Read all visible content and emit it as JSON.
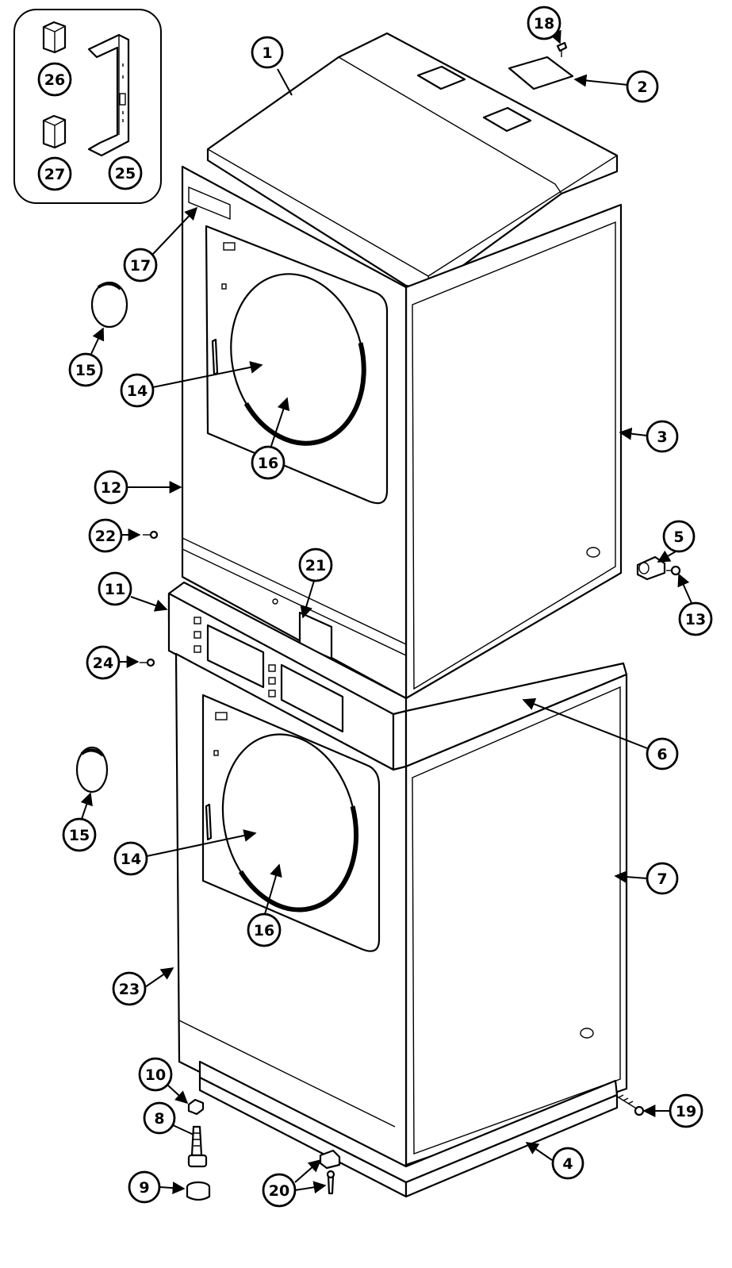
{
  "diagram": {
    "callouts": [
      "1",
      "2",
      "3",
      "4",
      "5",
      "6",
      "7",
      "8",
      "9",
      "10",
      "11",
      "12",
      "13",
      "14",
      "14",
      "15",
      "15",
      "16",
      "16",
      "17",
      "18",
      "19",
      "20",
      "21",
      "22",
      "23",
      "24",
      "25",
      "26",
      "27"
    ]
  },
  "colors": {
    "line": "#000000",
    "background": "#ffffff"
  }
}
